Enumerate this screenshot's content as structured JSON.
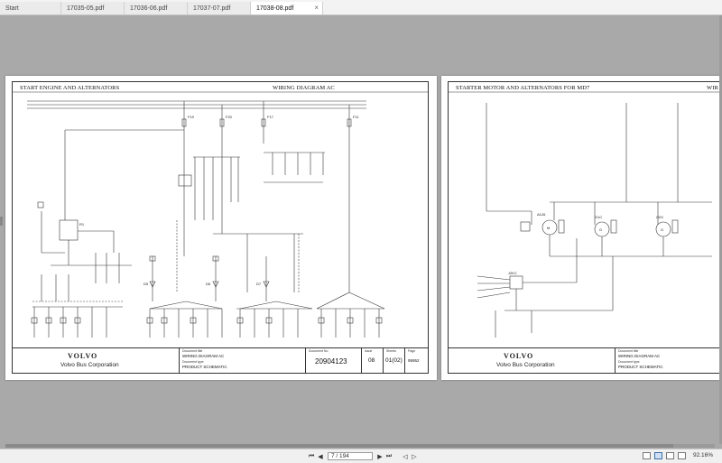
{
  "tabs": [
    {
      "label": "Start",
      "active": false
    },
    {
      "label": "17035-05.pdf",
      "active": false
    },
    {
      "label": "17036-06.pdf",
      "active": false
    },
    {
      "label": "17037-07.pdf",
      "active": false
    },
    {
      "label": "17038-08.pdf",
      "active": true
    }
  ],
  "page1": {
    "heading_left": "START ENGINE AND ALTERNATORS",
    "heading_right": "WIRING DIAGRAM AC",
    "fuses": [
      "F19",
      "F20",
      "F17",
      "F11"
    ],
    "components": [
      "R1",
      "D5",
      "D6",
      "D7"
    ],
    "titleblock": {
      "logo": "VOLVO",
      "corp": "Volvo Bus Corporation",
      "doc_title_label": "Document title",
      "doc_title": "WIRING DIAGRAM AC",
      "doc_type_label": "Document type",
      "doc_type": "PRODUCT SCHEMATIC",
      "doc_no_label": "Document No",
      "doc_no": "20904123",
      "issue_label": "Issue",
      "issue": "08",
      "sheet_label": "Sheets",
      "sheet": "01(02)",
      "page_label": "Page",
      "page": "95952"
    }
  },
  "page2": {
    "heading_left": "STARTER MOTOR AND ALTERNATORS FOR MD7",
    "heading_right": "WIR",
    "components": [
      "A126",
      "G1C",
      "G03",
      "J2KC",
      "M",
      "G",
      "G"
    ],
    "titleblock": {
      "logo": "VOLVO",
      "corp": "Volvo Bus Corporation",
      "doc_title_label": "Document title",
      "doc_title": "WIRING DIAGRAM AC",
      "doc_type_label": "Document type",
      "doc_type": "PRODUCT SCHEMATIC"
    }
  },
  "toolbar": {
    "first_icon": "first-page-icon",
    "prev_icon": "prev-page-icon",
    "page_field": "7 / 194",
    "next_icon": "next-page-icon",
    "last_icon": "last-page-icon",
    "zoom": "92.16%"
  },
  "colors": {
    "workspace": "#a9a9a9",
    "tabbar": "#f3f3f3",
    "ink": "#222222"
  }
}
